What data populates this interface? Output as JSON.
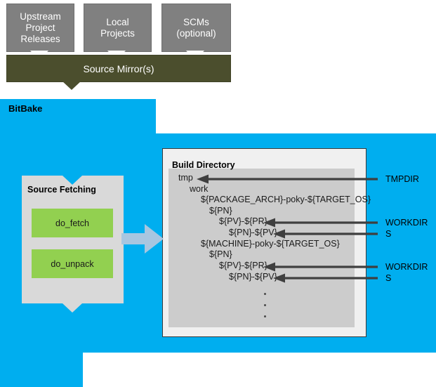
{
  "sources": [
    {
      "name": "upstream-project-releases",
      "lines": [
        "Upstream",
        "Project",
        "Releases"
      ]
    },
    {
      "name": "local-projects",
      "lines": [
        "Local",
        "Projects"
      ]
    },
    {
      "name": "scms-optional",
      "lines": [
        "SCMs",
        "(optional)"
      ]
    }
  ],
  "mirror": {
    "label": "Source Mirror(s)"
  },
  "bitbake": {
    "label": "BitBake"
  },
  "source_fetching": {
    "title": "Source Fetching",
    "tasks": [
      {
        "label": "do_fetch"
      },
      {
        "label": "do_unpack"
      }
    ]
  },
  "build_directory": {
    "title": "Build Directory",
    "tree": [
      {
        "text": "tmp",
        "indent": 0
      },
      {
        "text": "work",
        "indent": 1
      },
      {
        "text": "${PACKAGE_ARCH}-poky-${TARGET_OS}",
        "indent": 2
      },
      {
        "text": "${PN}",
        "indent": 3
      },
      {
        "text": "${PV}-${PR}",
        "indent": 4
      },
      {
        "text": "${PN}-${PV}",
        "indent": 5
      },
      {
        "text": "${MACHINE}-poky-${TARGET_OS}",
        "indent": 2
      },
      {
        "text": "${PN}",
        "indent": 3
      },
      {
        "text": "${PV}-${PR}",
        "indent": 4
      },
      {
        "text": "${PN}-${PV}",
        "indent": 5
      }
    ],
    "ellipsis": [
      "·",
      "·",
      "·"
    ]
  },
  "callouts": [
    {
      "name": "tmpdir",
      "label": "TMPDIR"
    },
    {
      "name": "workdir-1",
      "label": "WORKDIR"
    },
    {
      "name": "s-1",
      "label": "S"
    },
    {
      "name": "workdir-2",
      "label": "WORKDIR"
    },
    {
      "name": "s-2",
      "label": "S"
    }
  ],
  "colors": {
    "bitbake_blue": "#00aeef",
    "source_box_gray": "#808080",
    "mirror_olive": "#4b4e2d",
    "task_green": "#92d050",
    "panel_gray": "#cccccc",
    "arrow_dark": "#3f3f3f",
    "flow_arrow_blue": "#a8c6e0"
  }
}
